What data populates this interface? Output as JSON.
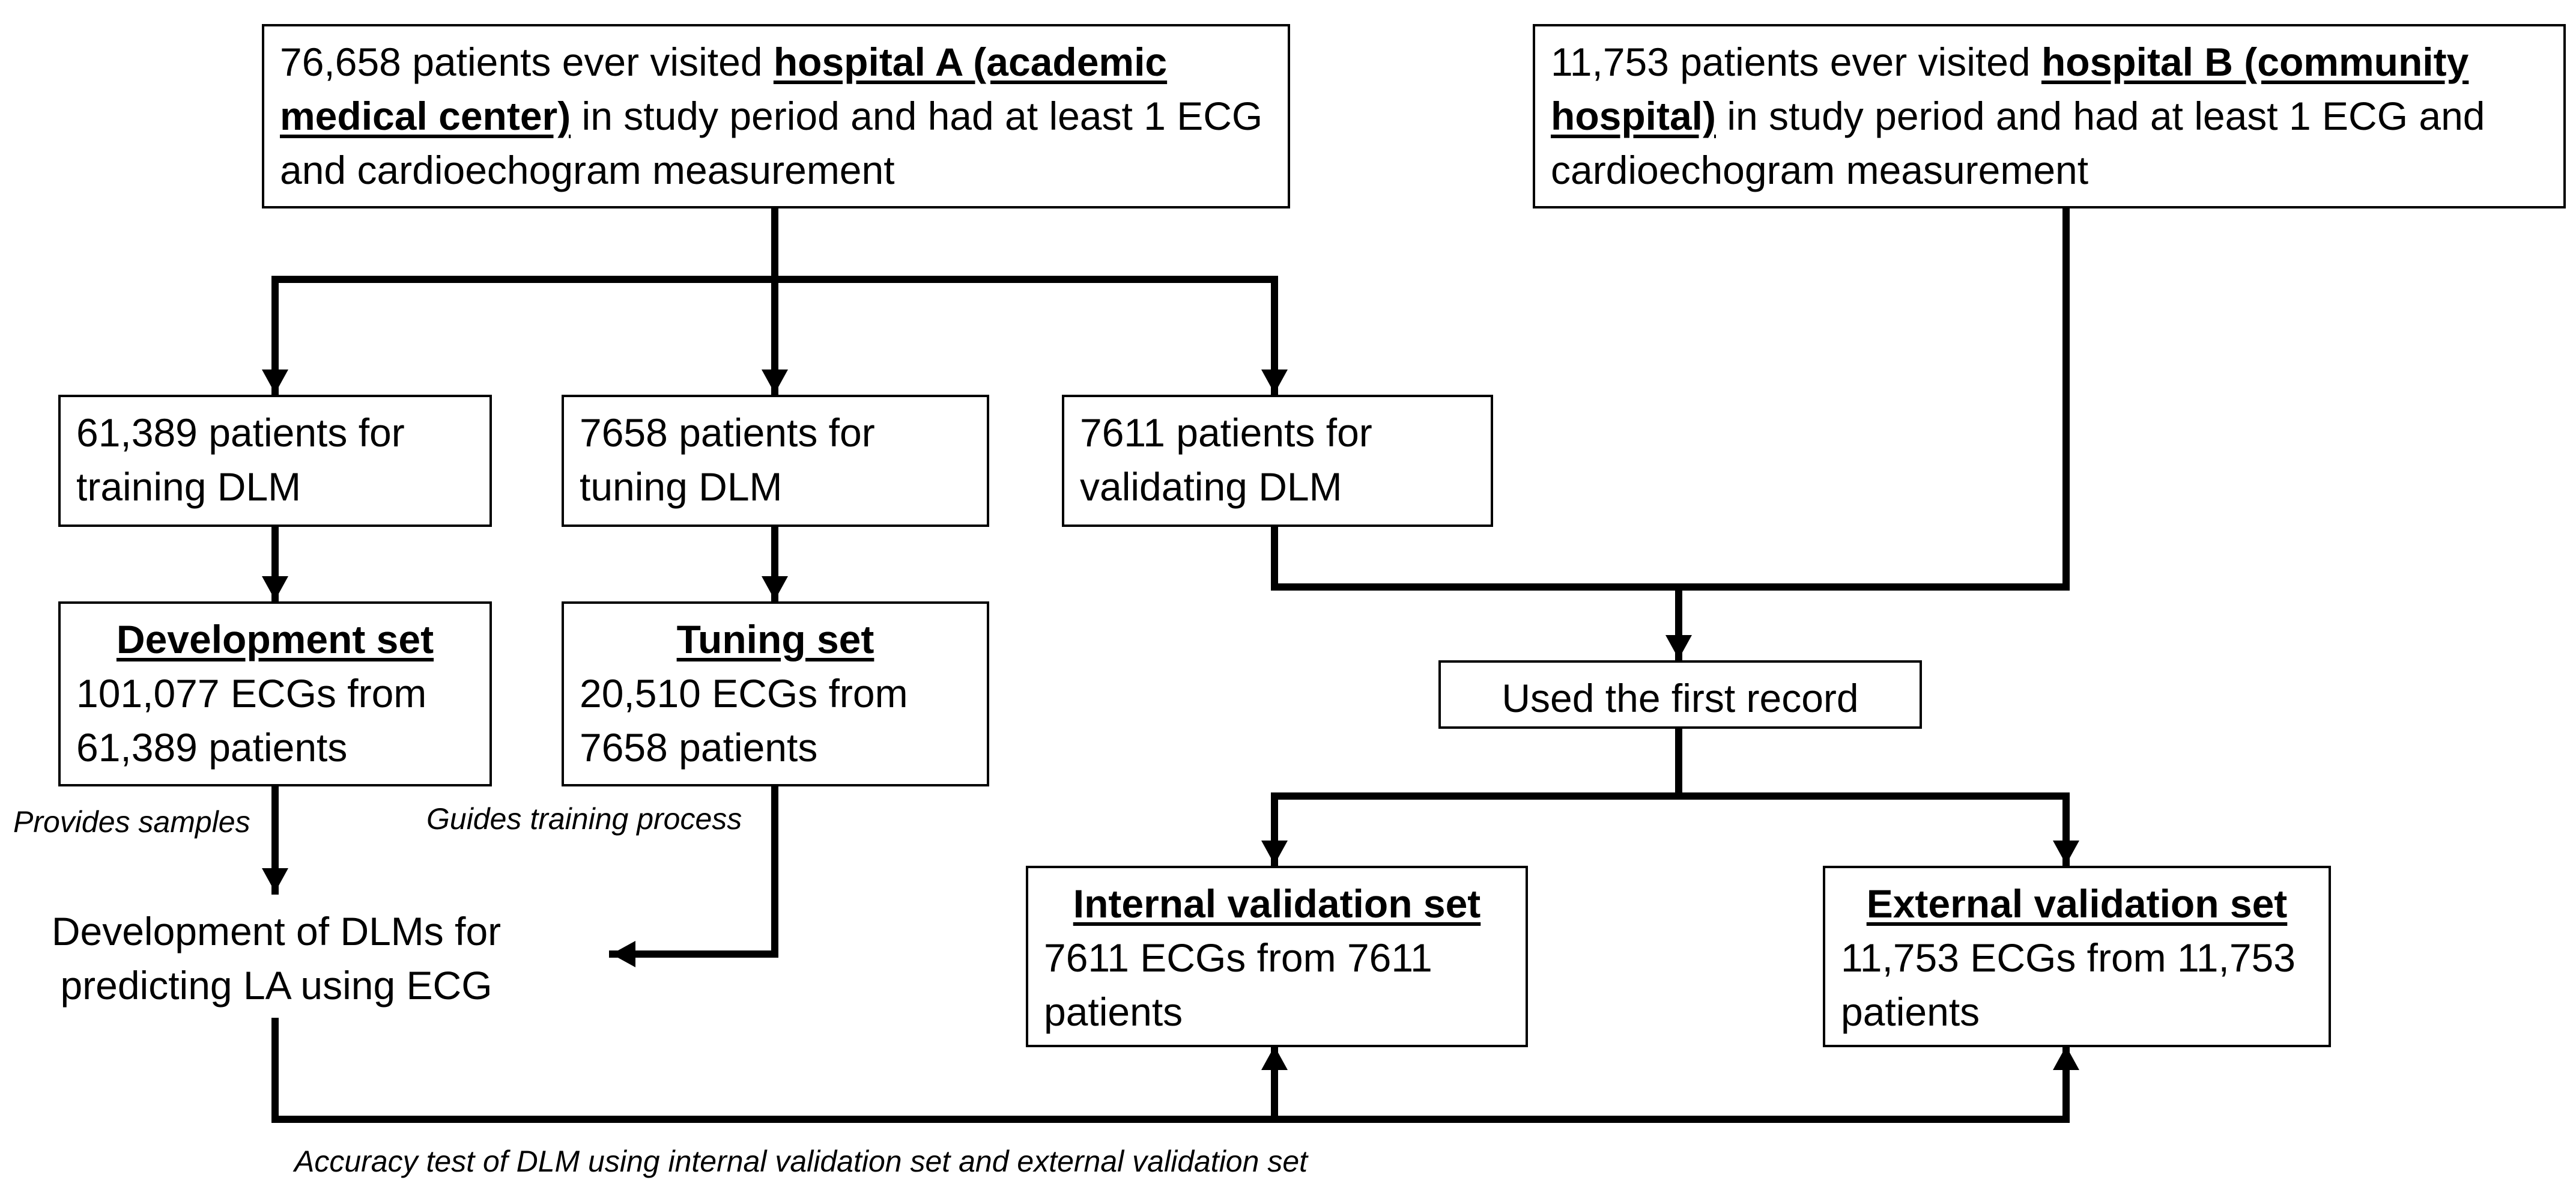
{
  "hospital_a": {
    "pre": "76,658 patients ever visited ",
    "highlight": "hospital A (academic medical center)",
    "post": " in study period and had at least 1 ECG and cardioechogram measurement"
  },
  "hospital_b": {
    "pre": "11,753 patients ever visited ",
    "highlight": "hospital B (community hospital)",
    "post": " in study period and had at least 1 ECG and cardioechogram measurement"
  },
  "split": {
    "training": "61,389 patients for training DLM",
    "tuning": "7658 patients for tuning DLM",
    "validating": "7611 patients for validating DLM"
  },
  "development_set": {
    "title": "Development set",
    "body": "101,077 ECGs from 61,389 patients"
  },
  "tuning_set": {
    "title": "Tuning set",
    "body": "20,510 ECGs from 7658 patients"
  },
  "first_record": "Used the first record",
  "internal_validation": {
    "title": "Internal validation set",
    "body": "7611 ECGs from 7611 patients"
  },
  "external_validation": {
    "title": "External validation set",
    "body": "11,753 ECGs from 11,753 patients"
  },
  "development_dlm": "Development of DLMs for predicting LA using ECG",
  "notes": {
    "provides_samples": "Provides samples",
    "guides_training": "Guides training process",
    "accuracy_test": "Accuracy test of DLM using internal validation set and external validation set"
  }
}
